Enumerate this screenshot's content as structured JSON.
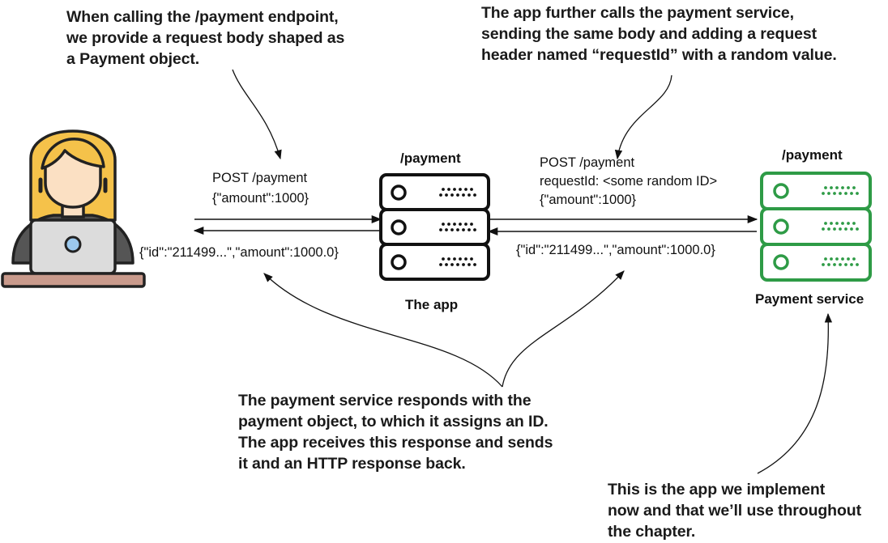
{
  "annotations": {
    "top_left": "When calling the /payment endpoint,\nwe provide a request body shaped as\na Payment object.",
    "top_right": "The app further calls the payment service,\nsending the same body and adding a request\nheader named “requestId” with a random value.",
    "bottom_center": "The payment service responds with the\npayment object, to which it assigns an ID.\nThe app receives this response and sends\nit and an HTTP response back.",
    "bottom_right": "This is the app we implement\nnow and that we’ll use throughout\nthe chapter."
  },
  "left_request": {
    "line1": "POST /payment",
    "line2": "{\"amount\":1000}"
  },
  "left_response": "{\"id\":\"211499...\",\"amount\":1000.0}",
  "right_request": {
    "line1": "POST /payment",
    "line2": "requestId: <some random ID>",
    "line3": "{\"amount\":1000}"
  },
  "right_response": "{\"id\":\"211499...\",\"amount\":1000.0}",
  "app_server": {
    "endpoint": "/payment",
    "caption": "The app"
  },
  "payment_server": {
    "endpoint": "/payment",
    "caption": "Payment service"
  },
  "icons": {
    "client": "user-at-laptop-icon",
    "app": "server-rack-icon",
    "payment": "server-rack-icon"
  },
  "colors": {
    "app_server": "#111111",
    "payment_server": "#2e9b46",
    "hair": "#f5c24a",
    "skin": "#fbe0c3",
    "shirt": "#555555",
    "laptop": "#dcdcdc",
    "desk": "#c99a8c"
  }
}
